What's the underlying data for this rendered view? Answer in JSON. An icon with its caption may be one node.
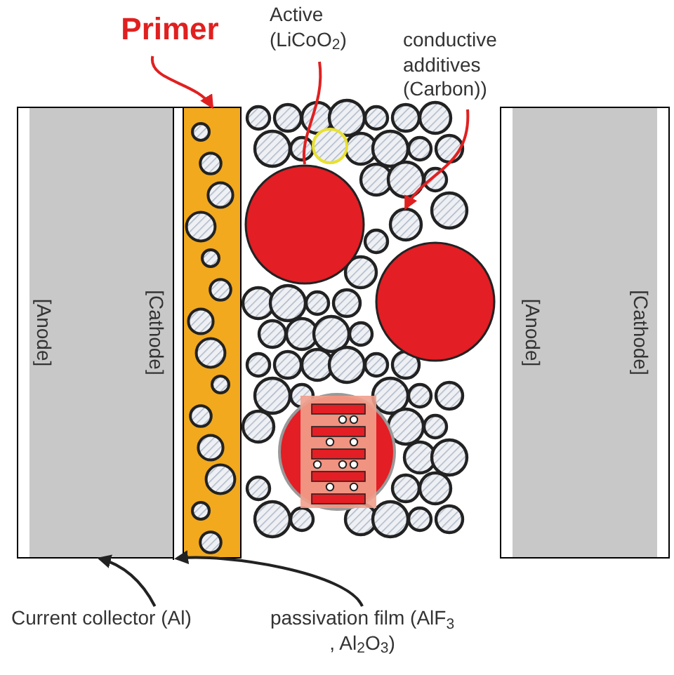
{
  "diagram": {
    "nodes": [
      {
        "text": [
          "Primer"
        ]
      },
      {
        "text": [
          "Active (LiCoO$_{2}$)"
        ]
      },
      {
        "text": [
          "conductive additives (Carbon))"
        ]
      },
      {
        "text": [
          "[Anode]",
          "[Cathode]"
        ]
      },
      {
        "text": [],
        "shape": "bar",
        "in": 3
      },
      {
        "text": [],
        "shape": "bar"
      },
      {
        "text": [],
        "shape": "circle"
      },
      {
        "text": [],
        "shape": "circle"
      },
      {
        "text": [
          "[Anode]",
          "[Cathode]"
        ]
      },
      {
        "text": [
          "Current collector (Al)"
        ]
      },
      {
        "text": [
          "passivation film (AlF$_{3}$ , Al$_{2}$O$_{3}$)"
        ]
      }
    ],
    "edges": [
      {
        "from": 0,
        "to": 5,
        "arrow": "to"
      },
      {
        "from": 1,
        "to": 6,
        "arrow": "none"
      },
      {
        "from": 2,
        "to": 7,
        "arrow": "to"
      },
      {
        "from": 9,
        "to": 3,
        "arrow": "to",
        "color": "#222222"
      },
      {
        "from": 10,
        "to": 4,
        "arrow": "to",
        "color": "#222222"
      }
    ]
  }
}
